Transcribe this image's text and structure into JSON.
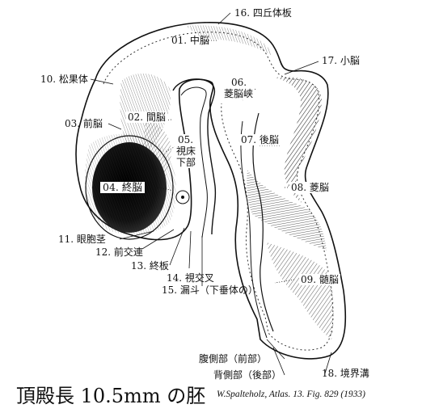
{
  "title": "頂殿長 10.5mm の胚",
  "credit": "W.Spalteholz, Atlas. 13. Fig. 829 (1933)",
  "labels": {
    "l01": "01. 中脳",
    "l02": "02. 間脳",
    "l03": "03. 前脳",
    "l04": "04. 終脳",
    "l05a": "05.",
    "l05b": "視床",
    "l05c": "下部",
    "l06a": "06.",
    "l06b": "菱脳峡",
    "l07": "07. 後脳",
    "l08": "08. 菱脳",
    "l09": "09. 髄脳",
    "l10": "10. 松果体",
    "l11": "11. 眼胞茎",
    "l12": "12. 前交連",
    "l13": "13. 終板",
    "l14": "14. 視交叉",
    "l15": "15. 漏斗（下垂体の）",
    "l16": "16. 四丘体板",
    "l17": "17. 小脳",
    "l18": "18. 境界溝",
    "ventral": "腹側部（前部）",
    "dorsal": "背側部（後部）"
  },
  "colors": {
    "ink": "#111111",
    "background": "#ffffff",
    "hatch": "#2a2a2a"
  }
}
